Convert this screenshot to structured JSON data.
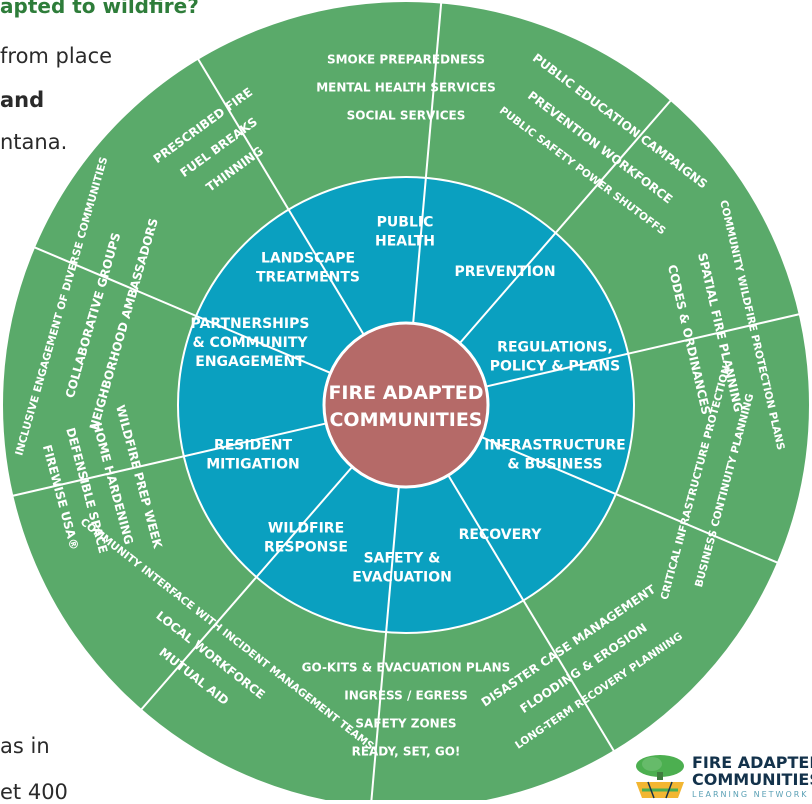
{
  "page": {
    "heading": "apted to wildfire?",
    "text_lines": [
      "from place",
      "and",
      "ntana.",
      "as in",
      "et 400"
    ]
  },
  "wheel": {
    "center": [
      "FIRE ADAPTED",
      "COMMUNITIES"
    ],
    "middle_ring": [
      {
        "lines": [
          "PUBLIC",
          "HEALTH"
        ]
      },
      {
        "lines": [
          "PREVENTION"
        ]
      },
      {
        "lines": [
          "REGULATIONS,",
          "POLICY & PLANS"
        ]
      },
      {
        "lines": [
          "INFRASTRUCTURE",
          "& BUSINESS"
        ]
      },
      {
        "lines": [
          "RECOVERY"
        ]
      },
      {
        "lines": [
          "SAFETY &",
          "EVACUATION"
        ]
      },
      {
        "lines": [
          "WILDFIRE",
          "RESPONSE"
        ]
      },
      {
        "lines": [
          "RESIDENT",
          "MITIGATION"
        ]
      },
      {
        "lines": [
          "PARTNERSHIPS",
          "& COMMUNITY",
          "ENGAGEMENT"
        ]
      },
      {
        "lines": [
          "LANDSCAPE",
          "TREATMENTS"
        ]
      }
    ],
    "outer_ring": [
      {
        "items": [
          "SMOKE PREPAREDNESS",
          "MENTAL HEALTH SERVICES",
          "SOCIAL SERVICES"
        ]
      },
      {
        "items": [
          "PUBLIC EDUCATION CAMPAIGNS",
          "PREVENTION WORKFORCE",
          "PUBLIC SAFETY POWER SHUTOFFS"
        ]
      },
      {
        "items": [
          "COMMUNITY WILDFIRE PROTECTION PLANS",
          "SPATIAL FIRE PLANNING",
          "CODES & ORDINANCES"
        ]
      },
      {
        "items": [
          "BUSINESS CONTINUITY PLANNING",
          "CRITICAL INFRASTRUCTURE PROTECTION"
        ]
      },
      {
        "items": [
          "LONG-TERM RECOVERY PLANNING",
          "FLOODING & EROSION",
          "DISASTER CASE MANAGEMENT"
        ]
      },
      {
        "items": [
          "READY, SET, GO!",
          "SAFETY ZONES",
          "INGRESS / EGRESS",
          "GO-KITS & EVACUATION PLANS"
        ]
      },
      {
        "items": [
          "MUTUAL AID",
          "LOCAL WORKFORCE",
          "COMMUNITY INTERFACE WITH INCIDENT MANAGEMENT TEAMS"
        ]
      },
      {
        "items": [
          "FIREWISE USA®",
          "DEFENSIBLE SPACE",
          "HOME HARDENING",
          "WILDFIRE PREP WEEK"
        ]
      },
      {
        "items": [
          "INCLUSIVE ENGAGEMENT OF DIVERSE COMMUNITIES",
          "COLLABORATIVE GROUPS",
          "NEIGHBORHOOD AMBASSADORS"
        ]
      },
      {
        "items": [
          "PRESCRIBED FIRE",
          "FUEL BREAKS",
          "THINNING"
        ]
      }
    ],
    "colors": {
      "outer": "#5aaa6a",
      "middle": "#0aa0c0",
      "center": "#b56a68",
      "lines": "#ffffff"
    }
  },
  "logo": {
    "line1": "FIRE ADAPTED",
    "line2": "COMMUNITIES",
    "line3": "LEARNING NETWORK",
    "colors": {
      "green": "#4caf50",
      "yellow": "#f2b632",
      "blue": "#13324b"
    }
  }
}
